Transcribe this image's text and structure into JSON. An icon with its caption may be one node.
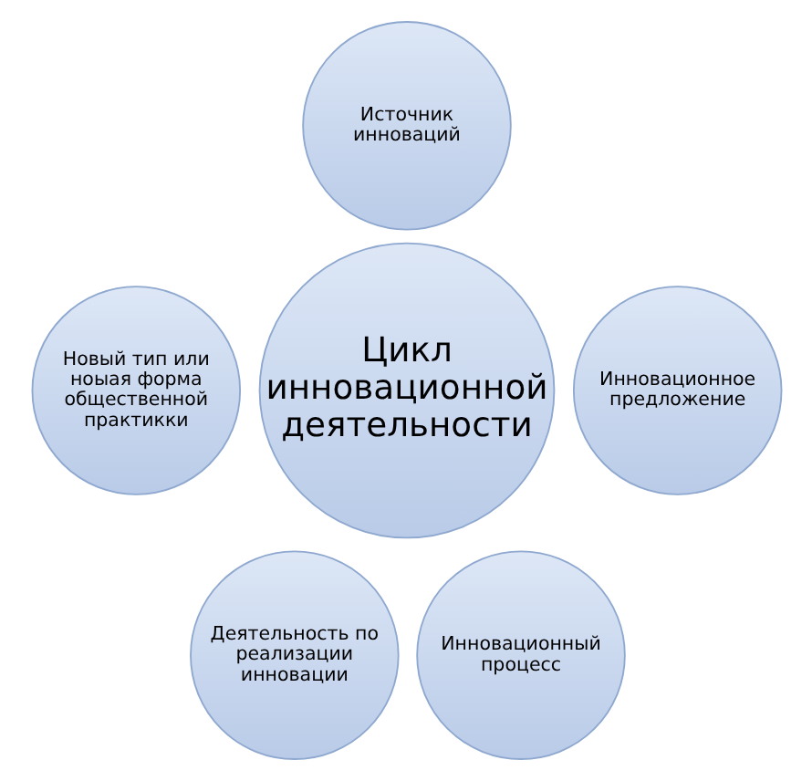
{
  "diagram": {
    "nodes": [
      {
        "text": [
          "Цикл инновационной деятельности"
        ]
      },
      {
        "text": [
          "Источник инноваций"
        ]
      },
      {
        "text": [
          "Инновационное предложение"
        ]
      },
      {
        "text": [
          "Деятельность по реализации инновации"
        ]
      },
      {
        "text": [
          "Инновационный процесс"
        ]
      },
      {
        "text": [
          "Новый тип или ноыая форма общественной практикки"
        ]
      }
    ],
    "edges": []
  }
}
